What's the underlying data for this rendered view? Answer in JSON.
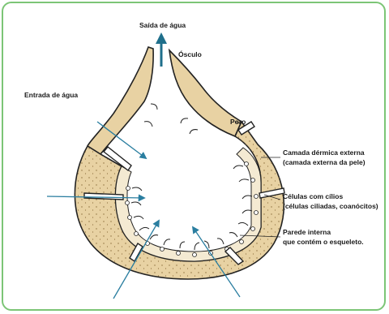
{
  "labels": {
    "saida": "Saída de água",
    "osculo": "Ósculo",
    "entrada": "Entrada de água",
    "poro": "Poro",
    "camada_l1": "Camada dérmica externa",
    "camada_l2": "(camada externa da pele)",
    "celulas_l1": "Células com cílios",
    "celulas_l2": "(células ciliadas, coanócitos)",
    "parede_l1": "Parede interna",
    "parede_l2": "que contém o esqueleto."
  },
  "colors": {
    "wall": "#e8d2a3",
    "outline": "#222222",
    "frame": "#7cc576",
    "exit_arrow": "#1f6f8b",
    "flow_arrow": "#2a7ea0"
  }
}
